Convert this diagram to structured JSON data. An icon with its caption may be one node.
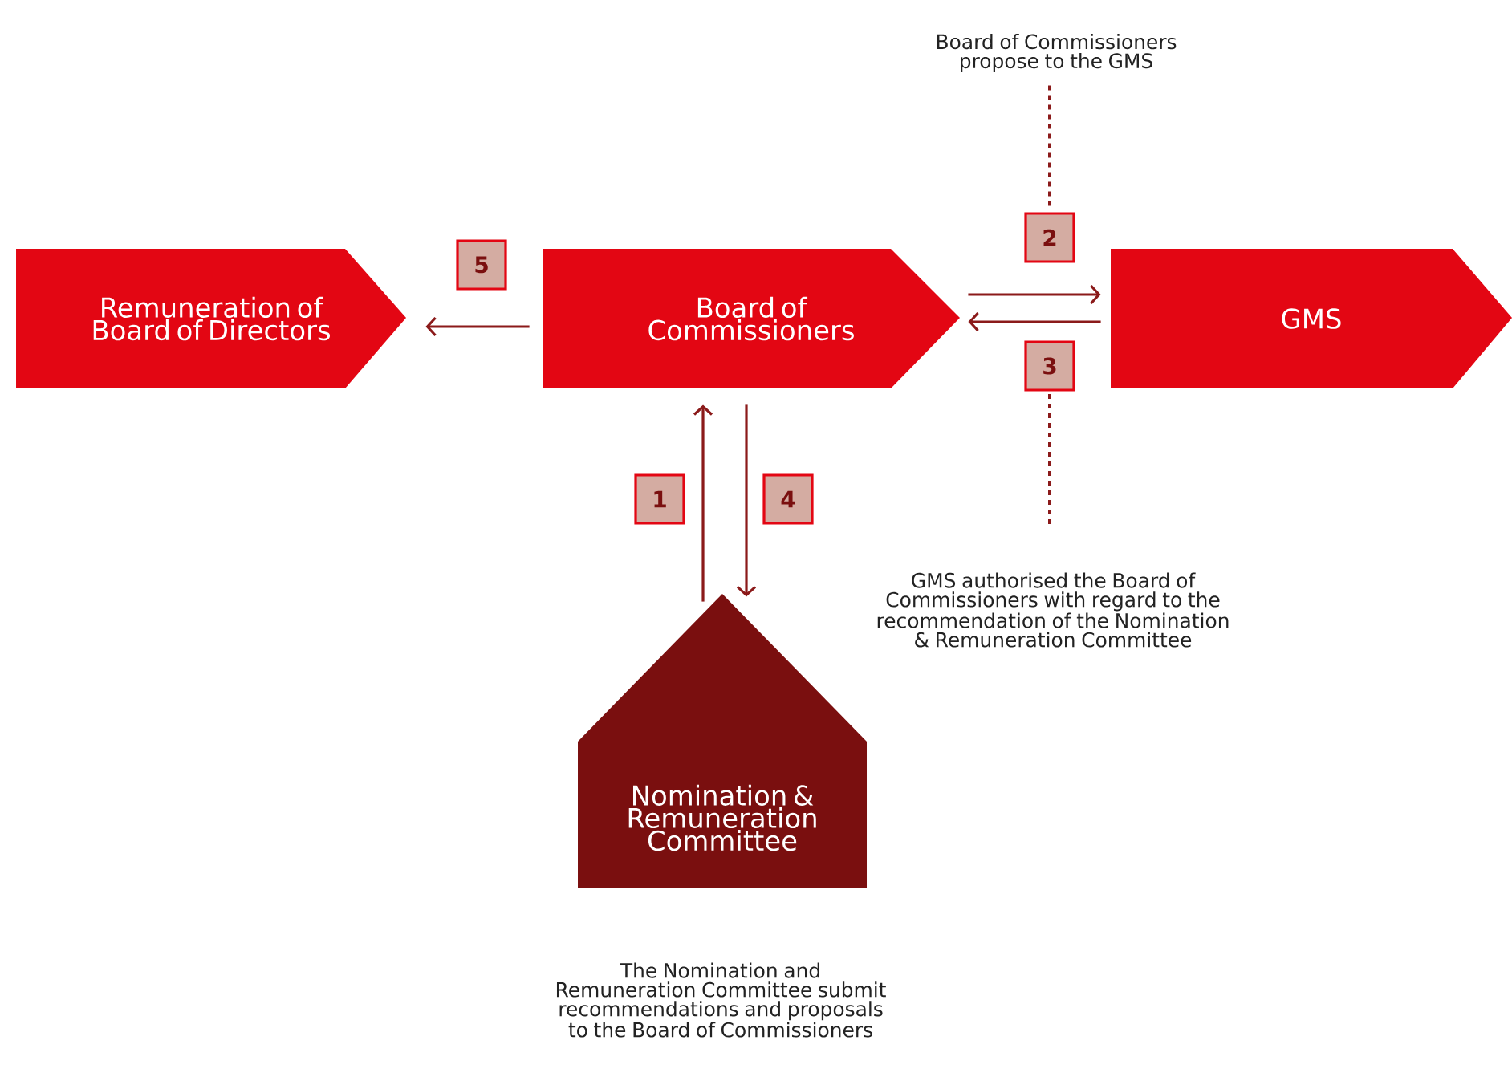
{
  "diagram": {
    "nodes": [
      {
        "text": [
          "Remuneration of Board of Directors"
        ]
      },
      {
        "text": [
          "Board of Commissioners"
        ]
      },
      {
        "text": [
          "GMS"
        ]
      },
      {
        "text": [
          "Nomination & Remuneration Committee"
        ],
        "beside": [
          "The Nomination and Remuneration Committee submit recommendations and proposals to the Board of Commissioners"
        ]
      },
      {
        "text": [
          "Board of Commissioners propose to the GMS"
        ]
      },
      {
        "text": [
          "GMS authorised the Board of Commissioners with regard to the recommendation of the Nomination & Remuneration Committee"
        ]
      }
    ],
    "edges": [
      {
        "from": 1,
        "to": 0,
        "arrow": "to",
        "label": "5"
      },
      {
        "from": 1,
        "to": 2,
        "arrow": "to",
        "label": "2"
      },
      {
        "from": 2,
        "to": 1,
        "arrow": "to",
        "label": "3"
      },
      {
        "from": 3,
        "to": 1,
        "arrow": "to",
        "label": "1"
      },
      {
        "from": 1,
        "to": 3,
        "arrow": "to",
        "label": "4"
      },
      {
        "from": 4,
        "to": null,
        "arrow": "none",
        "style": "dashed"
      },
      {
        "from": 5,
        "to": null,
        "arrow": "none",
        "style": "dashed"
      }
    ]
  }
}
